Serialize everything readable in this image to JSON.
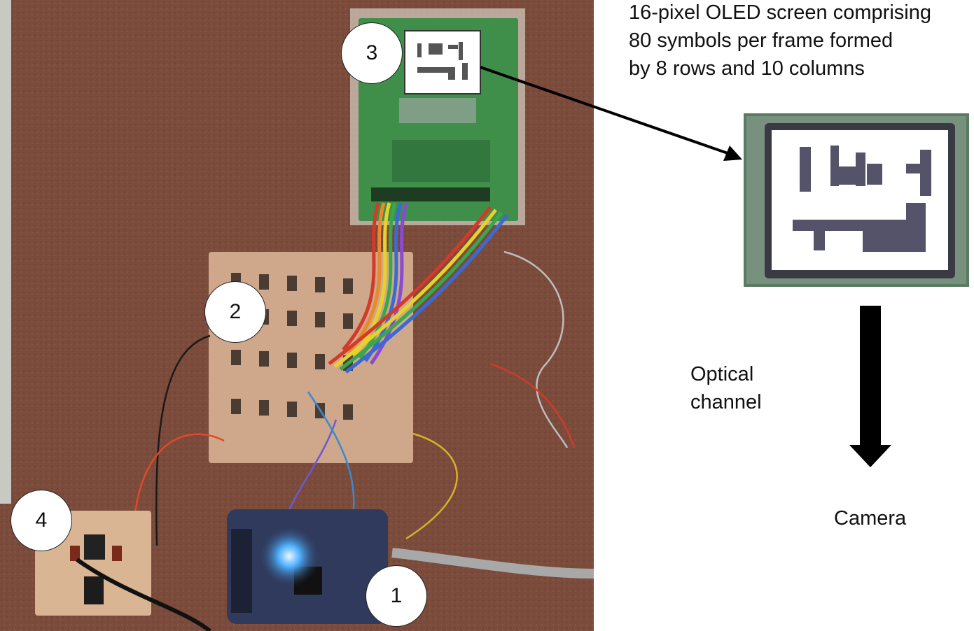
{
  "caption": {
    "oled": "16-pixel OLED screen comprising\n80 symbols per frame formed\nby 8 rows and 10 columns",
    "optical_channel": "Optical\nchannel",
    "camera": "Camera"
  },
  "components": [
    {
      "label": "1"
    },
    {
      "label": "2"
    },
    {
      "label": "3"
    },
    {
      "label": "4"
    }
  ],
  "colors": {
    "table_surface": "#7a4a3a",
    "oled_board": "#3f8f4a",
    "driver_board": "#cfa78a",
    "power_board": "#d9b594",
    "mcu_board": "#2f3a5c",
    "led_glow": "#4fb0ff",
    "arrow": "#000000"
  }
}
